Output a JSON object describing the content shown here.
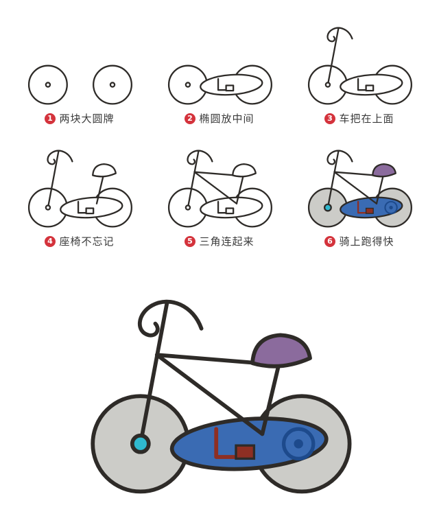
{
  "steps": [
    {
      "num": "1",
      "caption": "两块大圆牌"
    },
    {
      "num": "2",
      "caption": "椭圆放中间"
    },
    {
      "num": "3",
      "caption": "车把在上面"
    },
    {
      "num": "4",
      "caption": "座椅不忘记"
    },
    {
      "num": "5",
      "caption": "三角连起来"
    },
    {
      "num": "6",
      "caption": "骑上跑得快"
    }
  ],
  "colors": {
    "background": "#ffffff",
    "line": "#2e2b28",
    "badge_red": "#d4333c",
    "caption_text": "#3a3a3a",
    "wheel_gray": "#ccccc8",
    "body_blue": "#3a6bb3",
    "body_blue_dark": "#1d4a8c",
    "seat_purple": "#8b6b9d",
    "hub_cyan": "#2fb9cf",
    "pedal_red": "#8e2f23"
  }
}
